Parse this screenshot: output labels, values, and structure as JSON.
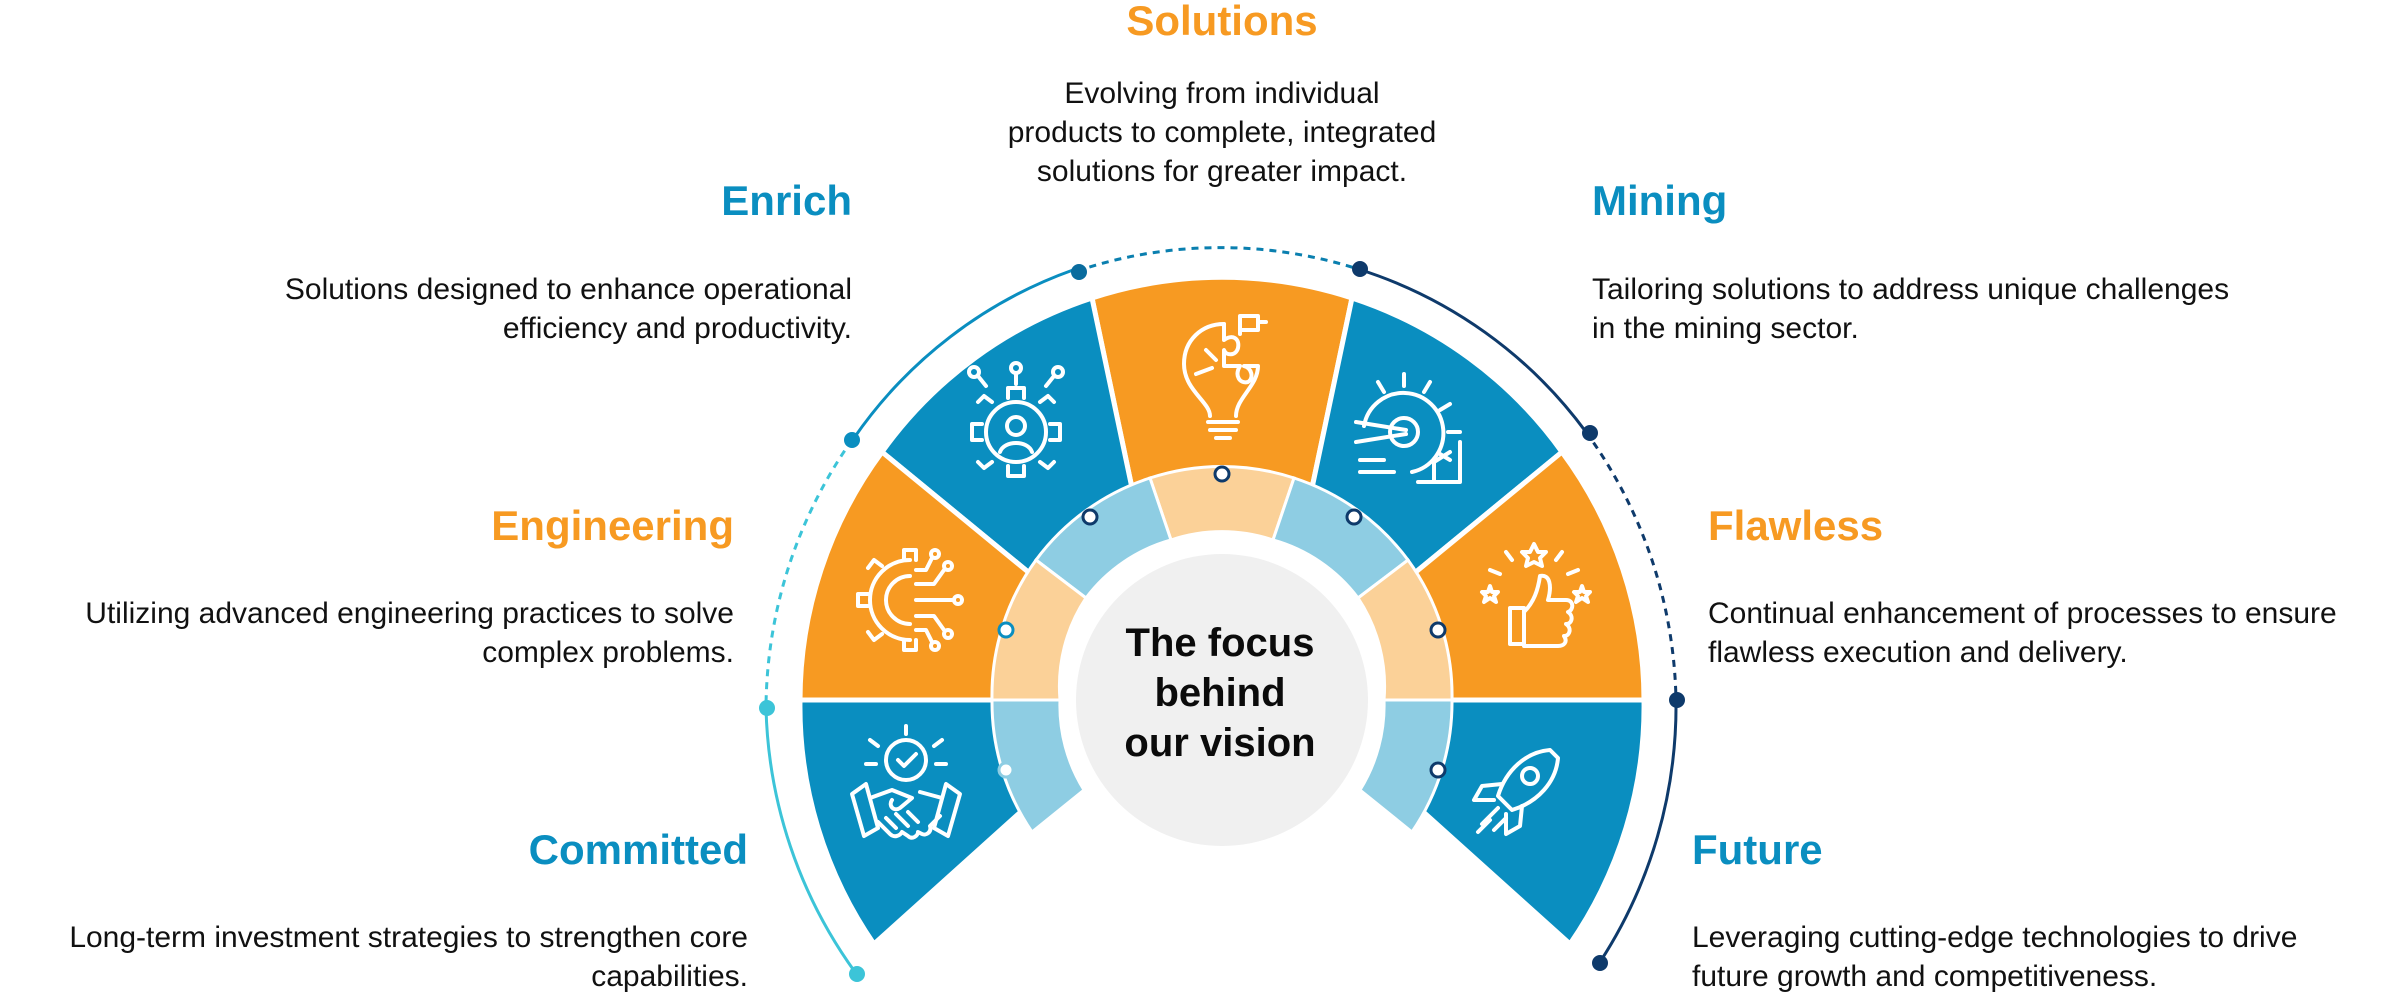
{
  "center": {
    "line1": "The focus",
    "line2": "behind",
    "line3": "our vision"
  },
  "items": [
    {
      "title": "Solutions",
      "desc_lines": [
        "Evolving from individual",
        "products to complete, integrated",
        "solutions for greater impact."
      ],
      "icon": "lightbulb-puzzle-icon",
      "color": "orange"
    },
    {
      "title": "Enrich",
      "desc_lines": [
        "Solutions designed to enhance operational",
        "efficiency and productivity."
      ],
      "icon": "gear-person-icon",
      "color": "blue"
    },
    {
      "title": "Mining",
      "desc_lines": [
        "Tailoring solutions to address unique challenges",
        "in the mining sector."
      ],
      "icon": "mining-excavator-icon",
      "color": "blue"
    },
    {
      "title": "Engineering",
      "desc_lines": [
        "Utilizing advanced engineering practices to solve",
        "complex problems."
      ],
      "icon": "gear-circuit-icon",
      "color": "orange"
    },
    {
      "title": "Flawless",
      "desc_lines": [
        "Continual enhancement of processes to ensure",
        "flawless execution and delivery."
      ],
      "icon": "thumbs-up-stars-icon",
      "color": "orange"
    },
    {
      "title": "Committed",
      "desc_lines": [
        "Long-term investment strategies to strengthen core",
        "capabilities."
      ],
      "icon": "handshake-check-icon",
      "color": "blue"
    },
    {
      "title": "Future",
      "desc_lines": [
        "Leveraging cutting-edge technologies to drive",
        "future growth and competitiveness."
      ],
      "icon": "rocket-icon",
      "color": "blue"
    }
  ],
  "colors": {
    "orange": "#F79A22",
    "orange_light": "#FBD198",
    "blue": "#0A8EC0",
    "blue_light": "#8ECDE3",
    "navy": "#0E3A6B",
    "teal": "#3CC4D8",
    "hub": "#F0F0F0"
  }
}
